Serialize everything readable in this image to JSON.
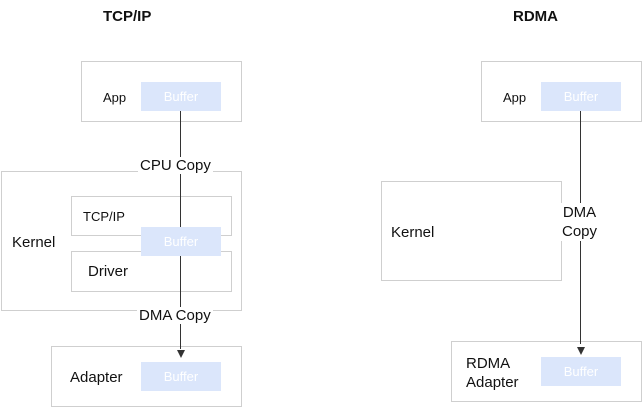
{
  "tcp": {
    "title": "TCP/IP",
    "app_label": "App",
    "app_buffer": "Buffer",
    "cpu_copy": "CPU Copy",
    "kernel_label": "Kernel",
    "tcpip_label": "TCP/IP",
    "kernel_buffer": "Buffer",
    "driver_label": "Driver",
    "dma_copy": "DMA Copy",
    "adapter_label": "Adapter",
    "adapter_buffer": "Buffer"
  },
  "rdma": {
    "title": "RDMA",
    "app_label": "App",
    "app_buffer": "Buffer",
    "kernel_label": "Kernel",
    "dma_copy_line1": "DMA",
    "dma_copy_line2": "Copy",
    "adapter_label_line1": "RDMA",
    "adapter_label_line2": "Adapter",
    "adapter_buffer": "Buffer"
  },
  "colors": {
    "buffer_fill": "#dbe6fb",
    "box_border": "#cfcfcf",
    "line": "#333333"
  }
}
